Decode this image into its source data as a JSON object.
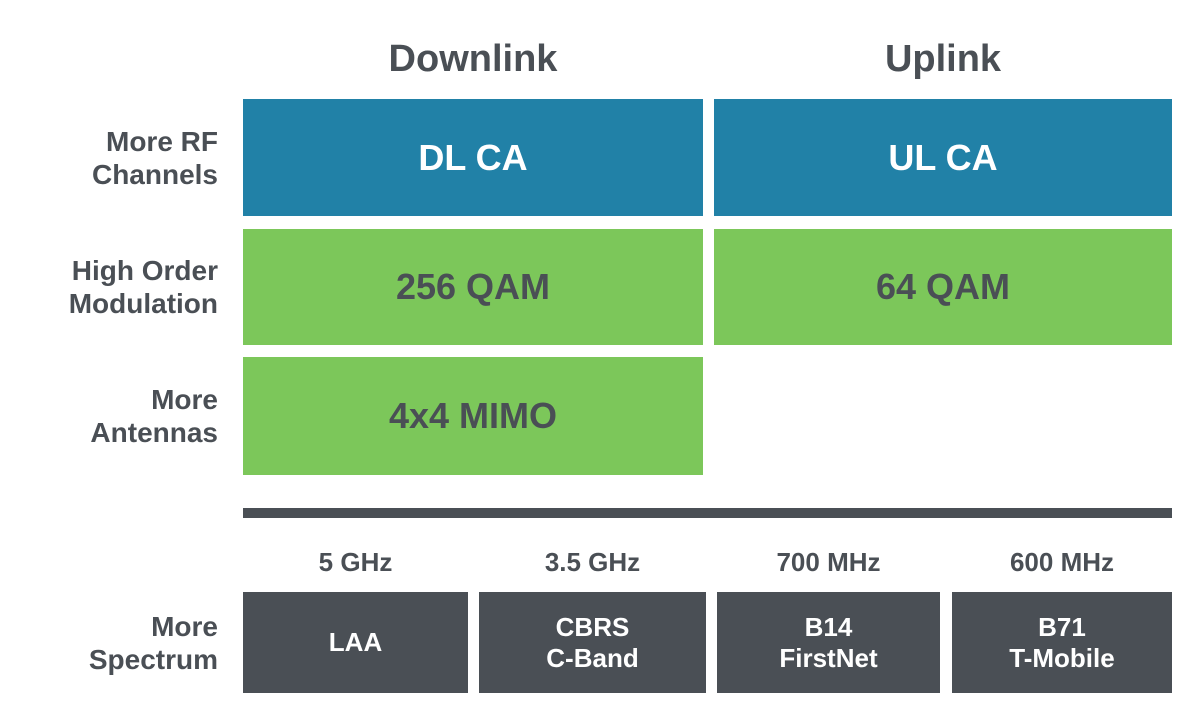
{
  "colors": {
    "blue": "#2181A7",
    "green": "#7CC75A",
    "dark": "#4A4F55",
    "white_text": "#FFFFFF",
    "background": "#FFFFFF"
  },
  "headers": {
    "downlink": "Downlink",
    "uplink": "Uplink"
  },
  "feature_rows": [
    {
      "label": [
        "More RF",
        "Channels"
      ],
      "downlink_cell": {
        "text": "DL CA",
        "style": "blue"
      },
      "uplink_cell": {
        "text": "UL CA",
        "style": "blue"
      }
    },
    {
      "label": [
        "High Order",
        "Modulation"
      ],
      "downlink_cell": {
        "text": "256 QAM",
        "style": "green"
      },
      "uplink_cell": {
        "text": "64 QAM",
        "style": "green"
      }
    },
    {
      "label": [
        "More",
        "Antennas"
      ],
      "downlink_cell": {
        "text": "4x4 MIMO",
        "style": "green"
      },
      "uplink_cell": null
    }
  ],
  "spectrum_row": {
    "label": [
      "More",
      "Spectrum"
    ],
    "bands": [
      {
        "frequency": "5 GHz",
        "lines": [
          "LAA"
        ]
      },
      {
        "frequency": "3.5 GHz",
        "lines": [
          "CBRS",
          "C-Band"
        ]
      },
      {
        "frequency": "700 MHz",
        "lines": [
          "B14",
          "FirstNet"
        ]
      },
      {
        "frequency": "600 MHz",
        "lines": [
          "B71",
          "T-Mobile"
        ]
      }
    ]
  }
}
